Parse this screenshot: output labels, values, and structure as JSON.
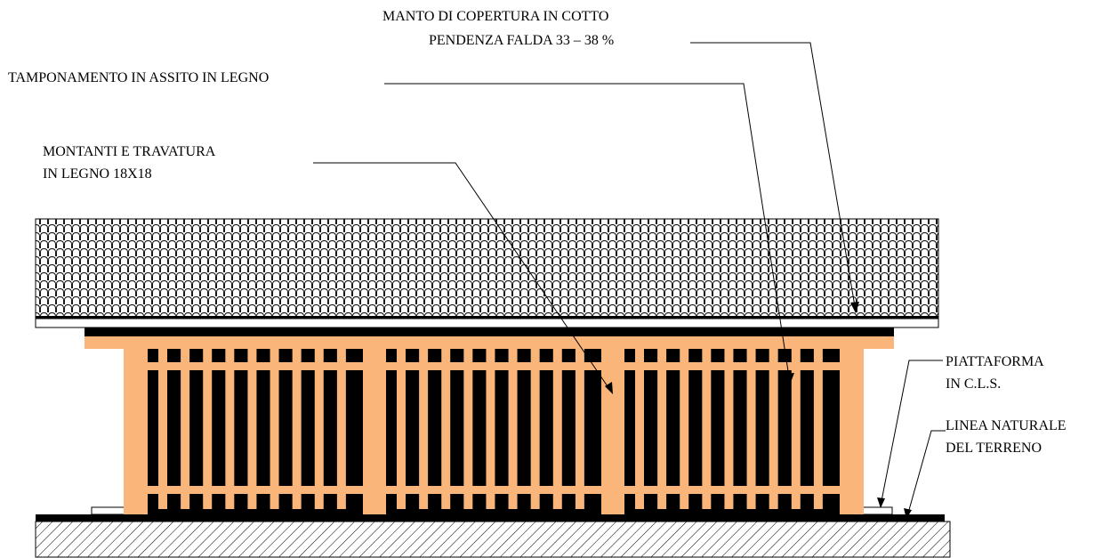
{
  "labels": {
    "roof_covering": {
      "line1": "MANTO DI COPERTURA IN COTTO",
      "line2": "PENDENZA FALDA 33 – 38 %"
    },
    "plank_infill": {
      "line1": "TAMPONAMENTO IN ASSITO IN LEGNO"
    },
    "posts_beams": {
      "line1": "MONTANTI E TRAVATURA",
      "line2": "IN LEGNO 18X18"
    },
    "platform": {
      "line1": "PIATTAFORMA",
      "line2": "IN C.L.S."
    },
    "ground_line": {
      "line1": "LINEA NATURALE",
      "line2": "DEL TERRENO"
    }
  },
  "colors": {
    "timber": "#f9b57a",
    "dark_infill": "#000000",
    "roof_tiles": "#ffffff",
    "ground_hatch": "#000000"
  }
}
